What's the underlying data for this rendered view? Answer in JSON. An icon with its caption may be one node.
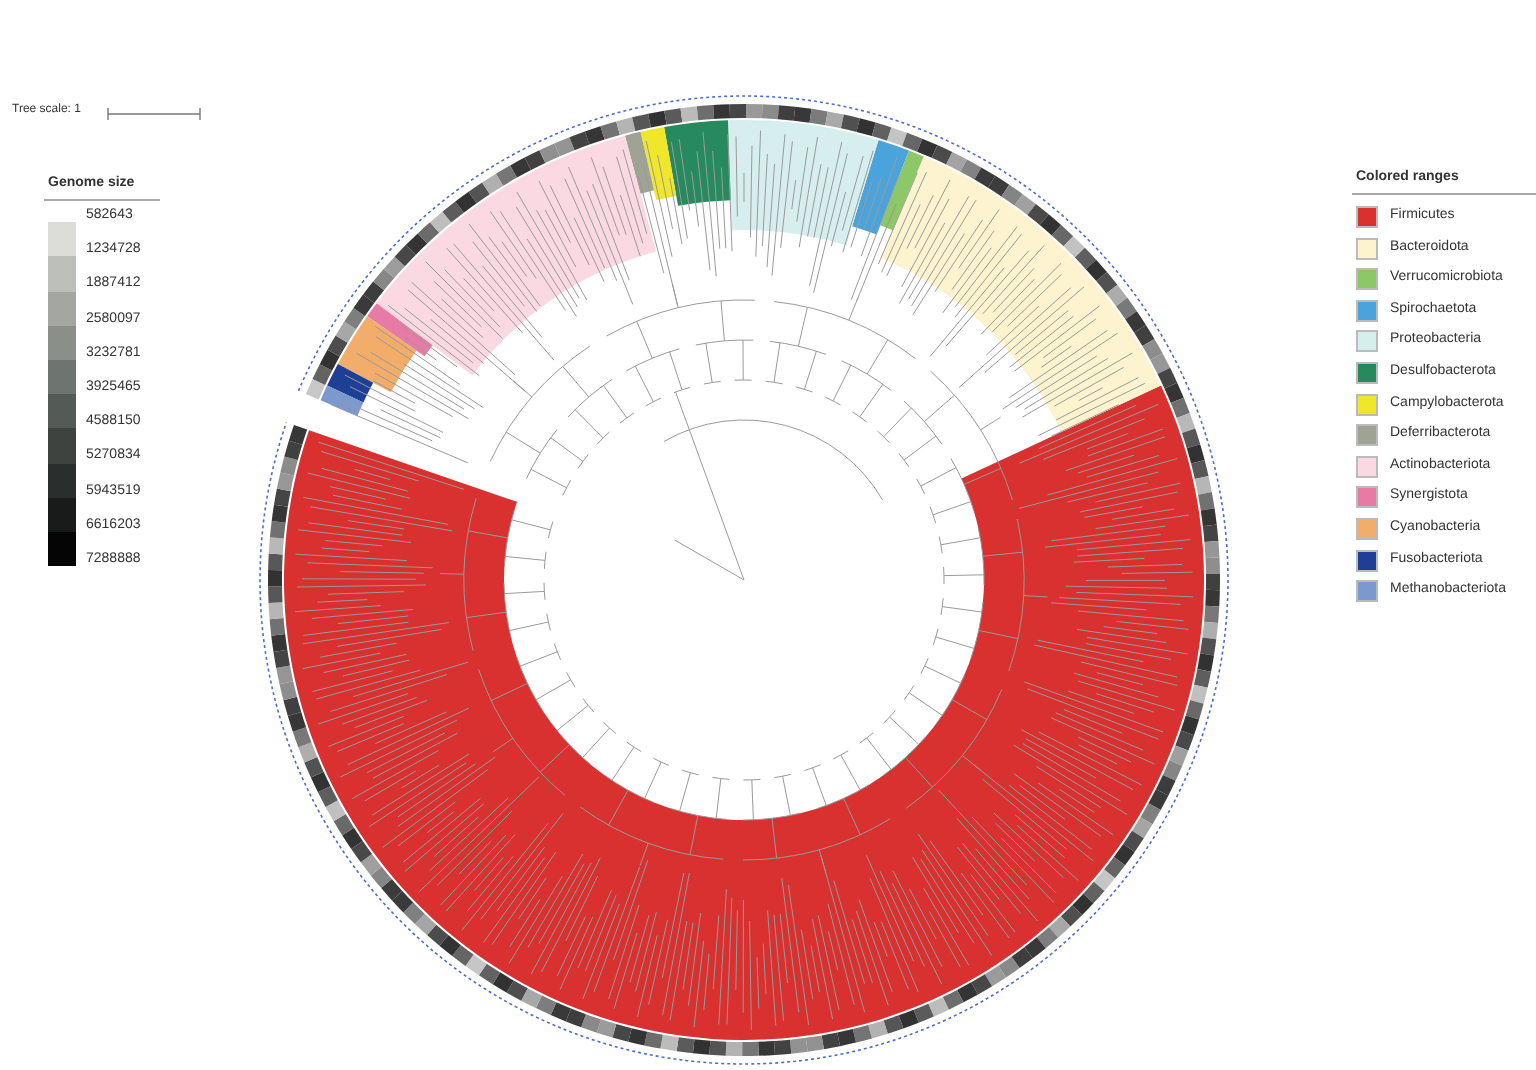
{
  "diagram": {
    "labels": [
      "Tree scale: 1",
      "Genome size",
      "Colored ranges"
    ],
    "legend": [
      {
        "text": "582643",
        "color": "#ffffff"
      },
      {
        "text": "1234728",
        "color": "#dcdcd8"
      },
      {
        "text": "1887412",
        "color": "#bcbfba"
      },
      {
        "text": "2580097",
        "color": "#a3a6a1"
      },
      {
        "text": "3232781",
        "color": "#8a8f8a"
      },
      {
        "text": "3925465",
        "color": "#6e746f"
      },
      {
        "text": "4588150",
        "color": "#545a56"
      },
      {
        "text": "5270834",
        "color": "#3e4340"
      },
      {
        "text": "5943519",
        "color": "#2a2e2c"
      },
      {
        "text": "6616203",
        "color": "#181b1a"
      },
      {
        "text": "7288888",
        "color": "#050505"
      },
      {
        "text": "Firmicutes",
        "color": "#d93030"
      },
      {
        "text": "Bacteroidota",
        "color": "#fdf3cf"
      },
      {
        "text": "Verrucomicrobiota",
        "color": "#8cc867"
      },
      {
        "text": "Spirochaetota",
        "color": "#4aa3db"
      },
      {
        "text": "Proteobacteria",
        "color": "#d6eeee"
      },
      {
        "text": "Desulfobacterota",
        "color": "#268a5e"
      },
      {
        "text": "Campylobacterota",
        "color": "#f0e62a"
      },
      {
        "text": "Deferribacterota",
        "color": "#9ea394"
      },
      {
        "text": "Actinobacteriota",
        "color": "#fad9e2"
      },
      {
        "text": "Synergistota",
        "color": "#e87aa6"
      },
      {
        "text": "Cyanobacteria",
        "color": "#f2ad6a"
      },
      {
        "text": "Fusobacteriota",
        "color": "#1e3f95"
      },
      {
        "text": "Methanobacteriota",
        "color": "#7b98cf"
      }
    ]
  }
}
